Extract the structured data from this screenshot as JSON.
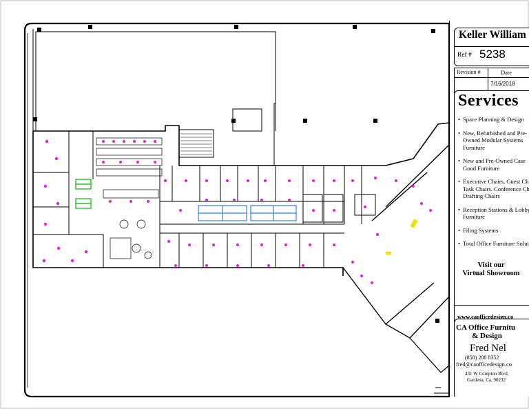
{
  "title_block": {
    "client_name": "Keller William",
    "ref_label": "Ref #",
    "ref_number": "5238",
    "revision_label": "Revision #",
    "date_label": "Date",
    "date_value": "7/16/2018"
  },
  "services": {
    "heading": "Services",
    "items": [
      "Space Planning & Design",
      "New, Refurbished and Pre-Owned Modular Systems Furniture",
      "New and Pre-Owned Case Good Furniture",
      "Executive Chairs, Guest Chairs. Task Chairs. Conference Chairs, Drafting Chairs",
      "Reception Stations & Lobby Furniture",
      "Filing Systems",
      "Total Office Furniture Solutions"
    ],
    "visit_line1": "Visit our",
    "visit_line2": "Virtual Showroom",
    "website": "www.caofficedesign.co"
  },
  "company": {
    "name_line1": "CA Office Furnitu",
    "name_line2": "& Design",
    "contact_name": "Fred Nel",
    "phone": "(858) 208 8352",
    "email": "fred@caofficedesign.co",
    "address_line1": "431 W Compton Blvd,",
    "address_line2": "Gardena, Ca, 90232"
  },
  "colors": {
    "line": "#000000",
    "chair_marker": "#e020e0",
    "workstation_blue": "#2f7ee8",
    "workstation_green": "#28c028",
    "accent_yellow": "#f2e000"
  }
}
